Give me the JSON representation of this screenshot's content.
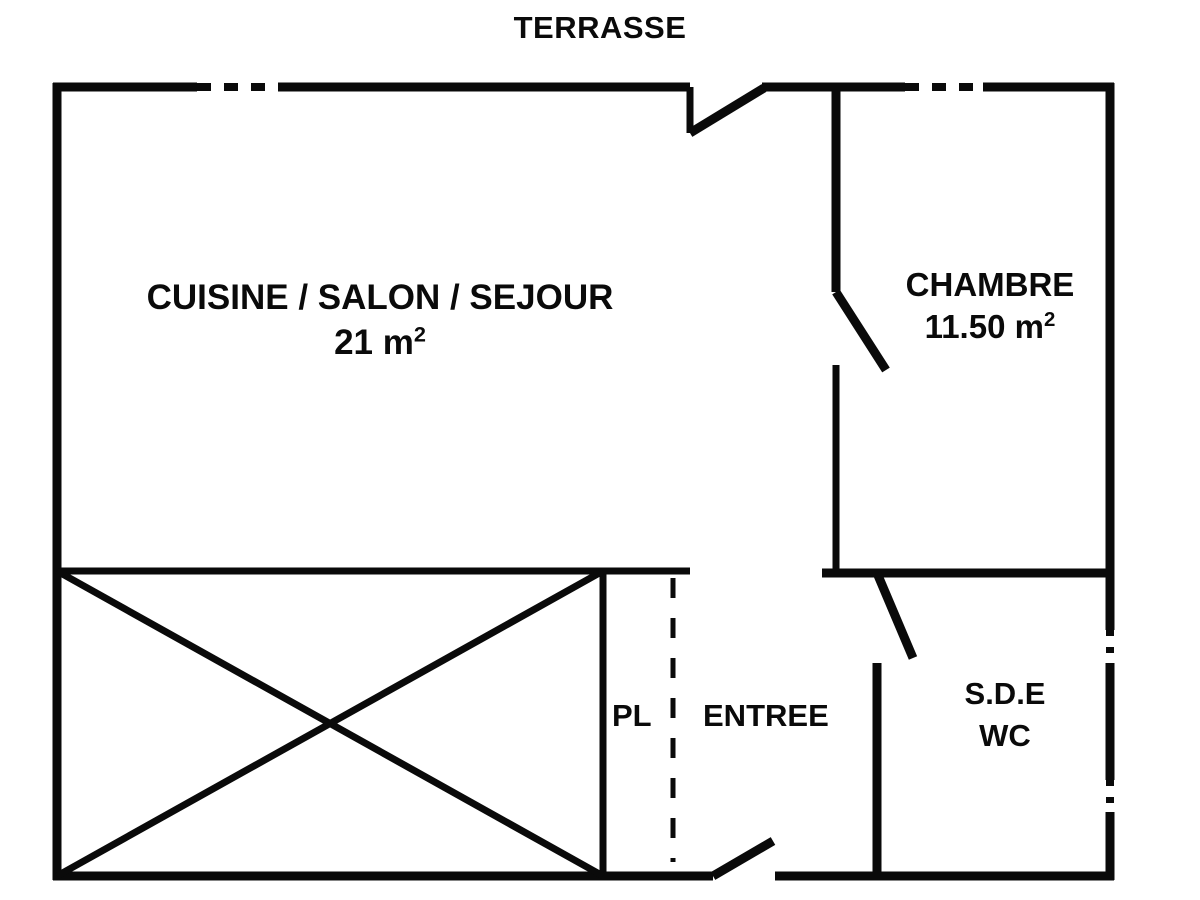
{
  "plan": {
    "title": "TERRASSE",
    "background_color": "#ffffff",
    "line_color": "#0a0a0a",
    "rooms": [
      {
        "id": "main-room",
        "name": "CUISINE / SALON / SEJOUR",
        "area": "21 m",
        "area_unit": "2"
      },
      {
        "id": "chambre",
        "name": "CHAMBRE",
        "area": "11.50 m",
        "area_unit": "2"
      },
      {
        "id": "placard",
        "name": "PL"
      },
      {
        "id": "entree",
        "name": "ENTREE"
      },
      {
        "id": "sde-wc",
        "name": "S.D.E",
        "name_line2": "WC"
      }
    ]
  }
}
